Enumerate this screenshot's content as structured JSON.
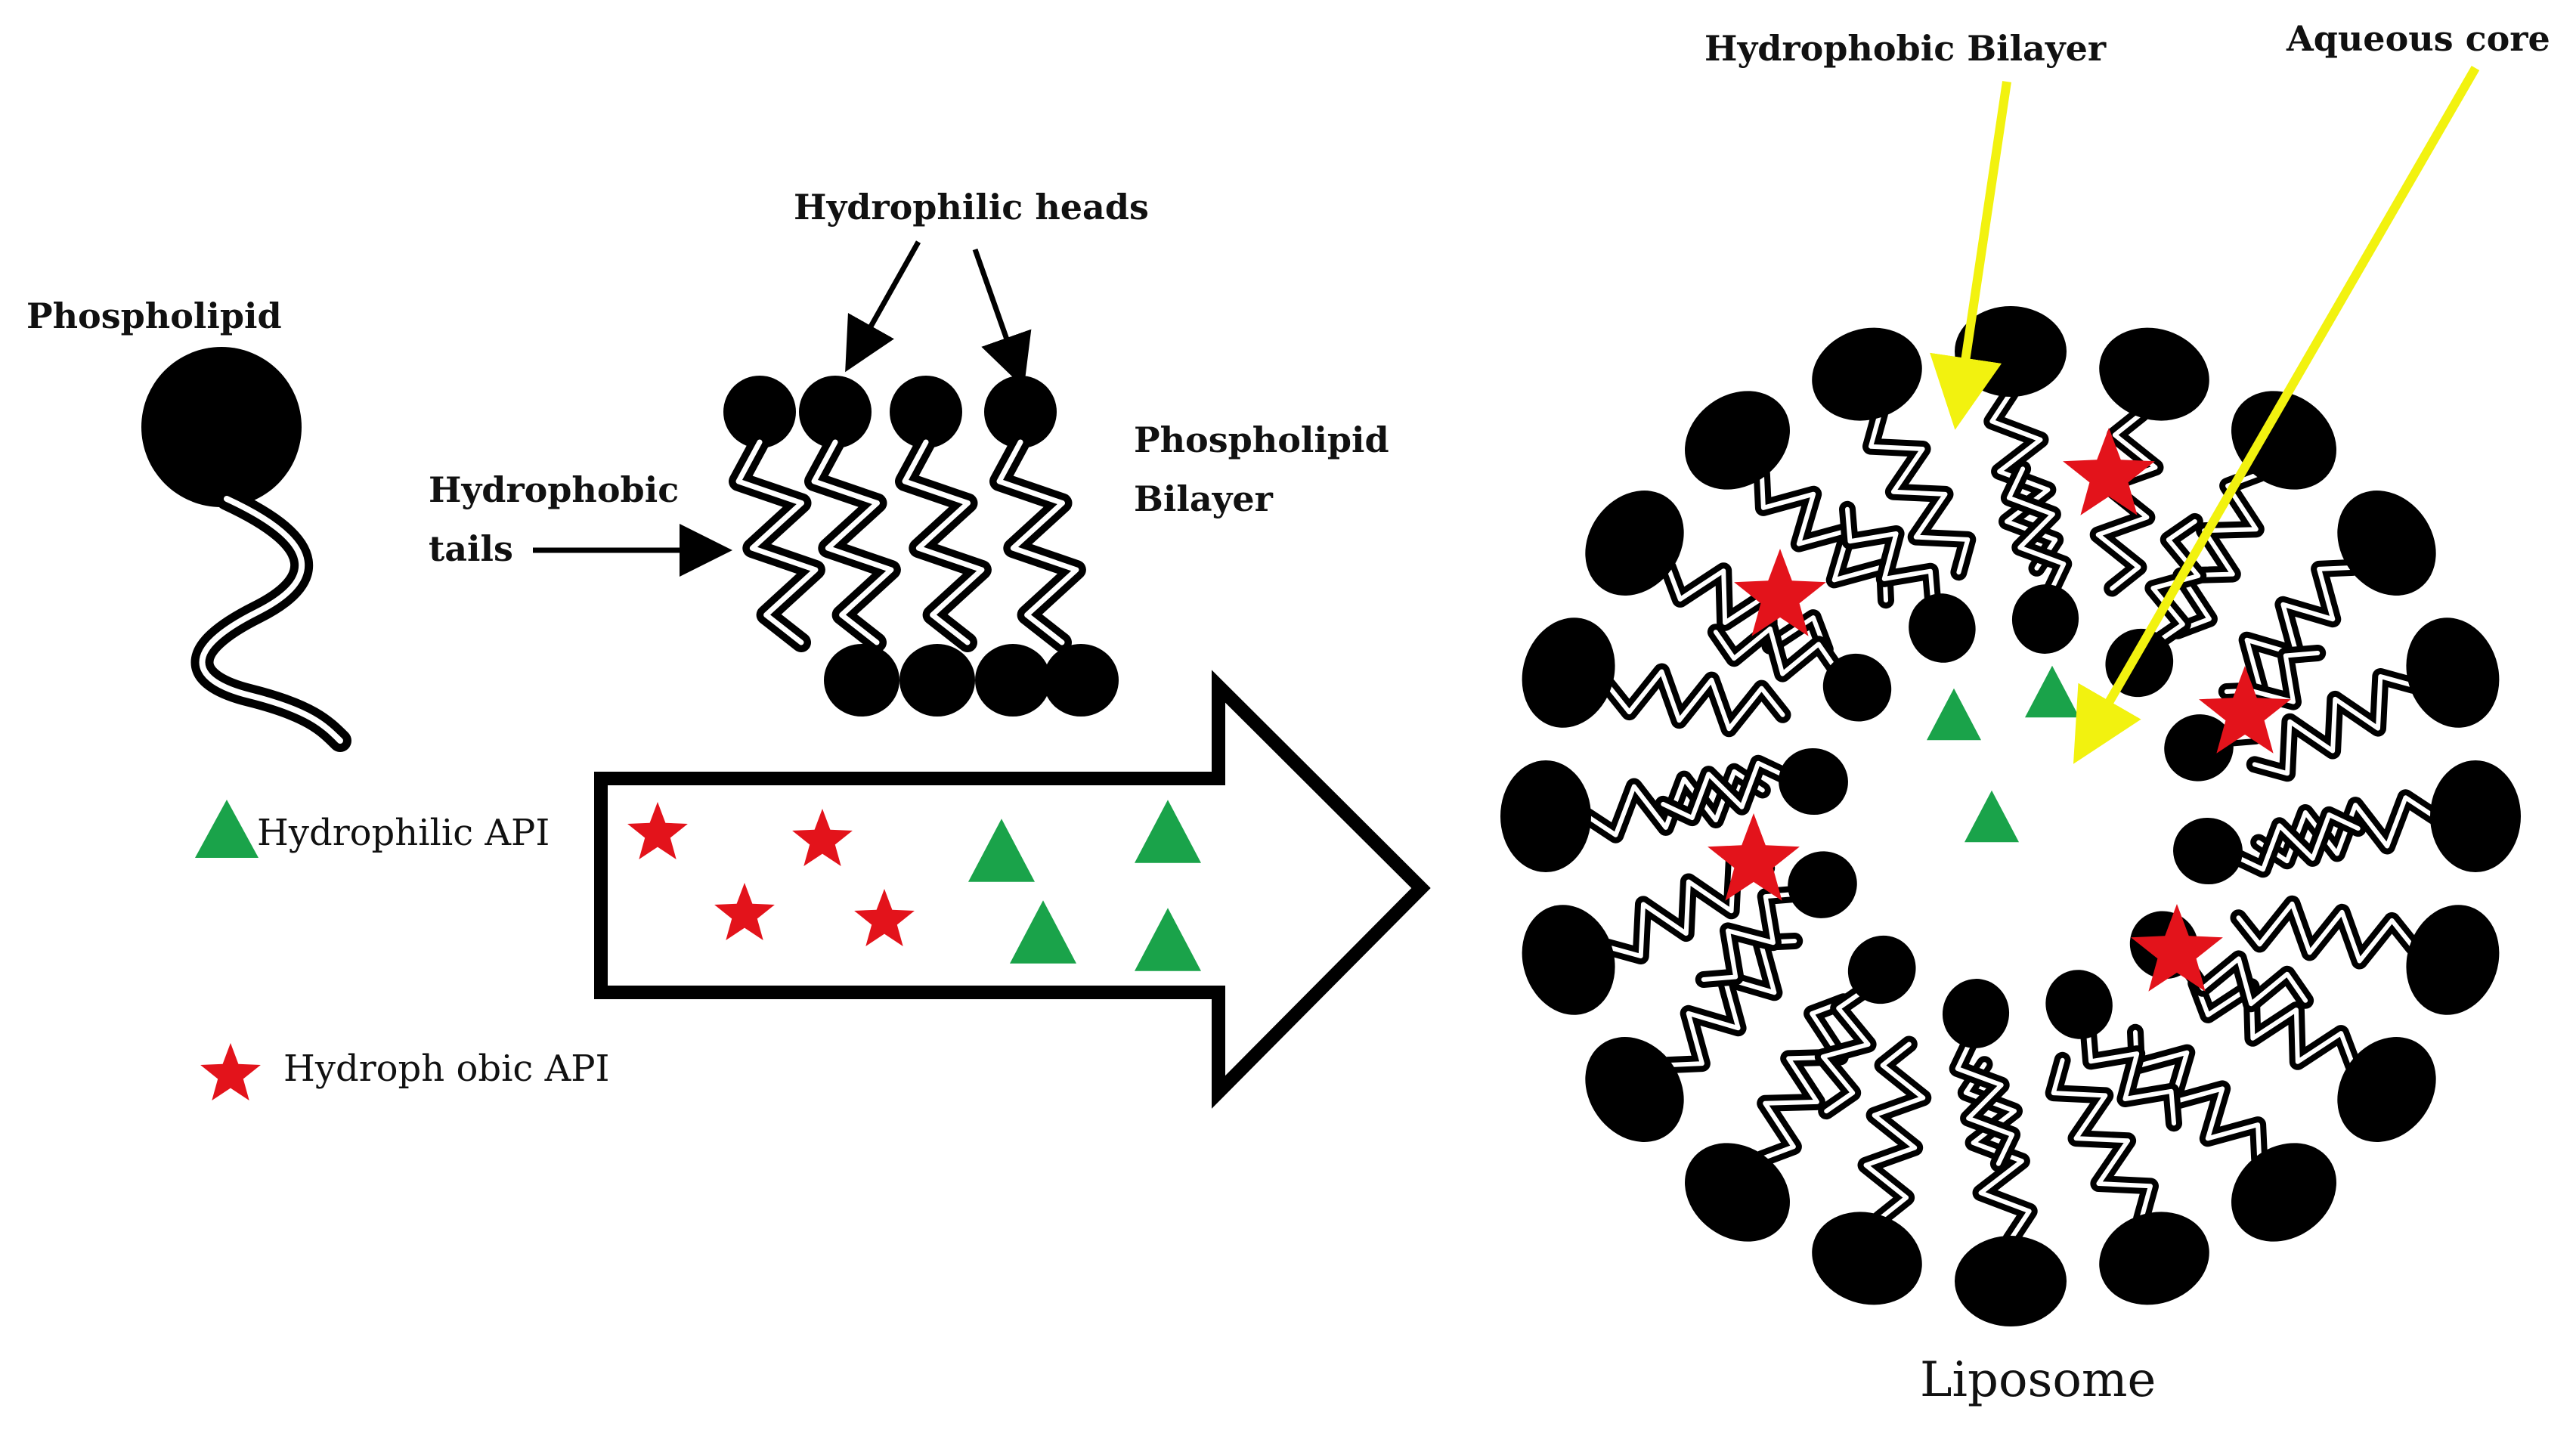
{
  "labels": {
    "phospholipid": "Phospholipid",
    "hydrophilic_heads": "Hydrophilic heads",
    "hydrophobic_tails_line1": "Hydrophobic",
    "hydrophobic_tails_line2": "tails",
    "bilayer_line1": "Phospholipid",
    "bilayer_line2": "Bilayer",
    "hydrophobic_bilayer": "Hydrophobic Bilayer",
    "aqueous_core": "Aqueous core",
    "liposome": "Liposome"
  },
  "legend": {
    "hydrophilic_api": "Hydrophilic API",
    "hydrophobic_api": "Hydroph obic API"
  },
  "colors": {
    "lipid": "#000000",
    "hydrophilic_api": "#1aa34a",
    "hydrophobic_api": "#e3131b",
    "pointer_arrow": "#f2f20f",
    "big_arrow_fill": "#ffffff"
  }
}
